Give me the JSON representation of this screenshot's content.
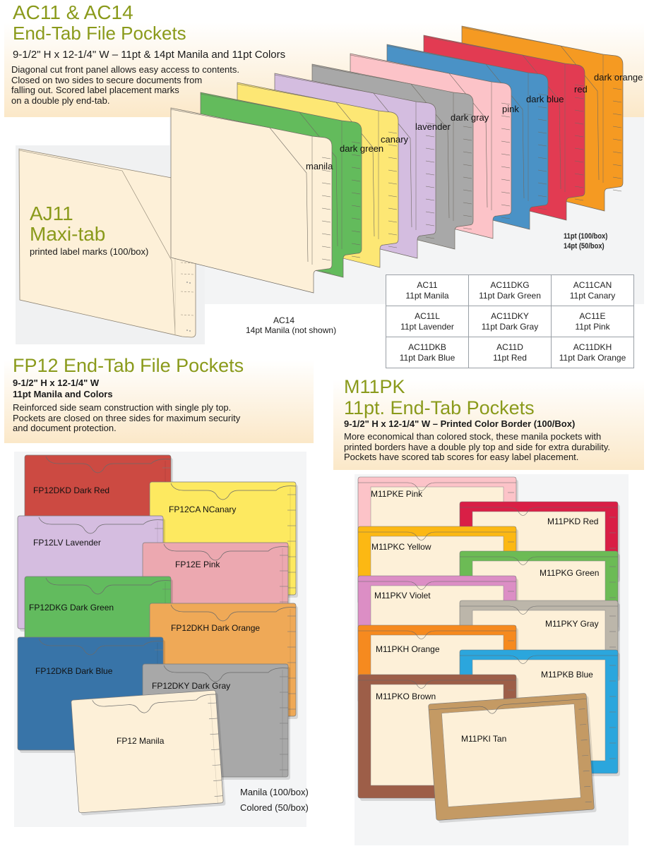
{
  "ac_section": {
    "title_line1": "AC11 & AC14",
    "title_line2": "End-Tab File Pockets",
    "subtitle": "9-1/2\" H x 12-1/4\" W – 11pt & 14pt Manila and 11pt Colors",
    "description": [
      "Diagonal cut front panel allows easy access to contents.",
      "Closed on two sides to secure documents from",
      "falling out. Scored label placement marks",
      "on a double ply end-tab."
    ],
    "folders": [
      {
        "label": "manila",
        "color": "#fdf0d8"
      },
      {
        "label": "dark green",
        "color": "#63bb5c"
      },
      {
        "label": "canary",
        "color": "#fde774"
      },
      {
        "label": "lavender",
        "color": "#d4bde0"
      },
      {
        "label": "dark gray",
        "color": "#a8a8a8"
      },
      {
        "label": "pink",
        "color": "#fcc3c8"
      },
      {
        "label": "dark blue",
        "color": "#4a92c6"
      },
      {
        "label": "red",
        "color": "#e23b52"
      },
      {
        "label": "dark orange",
        "color": "#f59a22"
      }
    ],
    "packaging": [
      "11pt (100/box)",
      "14pt (50/box)"
    ],
    "codes_table": [
      [
        {
          "code": "AC11",
          "desc": "11pt Manila"
        },
        {
          "code": "AC11DKG",
          "desc": "11pt Dark Green"
        },
        {
          "code": "AC11CAN",
          "desc": "11pt Canary"
        }
      ],
      [
        {
          "code": "AC11L",
          "desc": "11pt Lavender"
        },
        {
          "code": "AC11DKY",
          "desc": "11pt Dark Gray"
        },
        {
          "code": "AC11E",
          "desc": "11pt Pink"
        }
      ],
      [
        {
          "code": "AC11DKB",
          "desc": "11pt Dark Blue"
        },
        {
          "code": "AC11D",
          "desc": "11pt Red"
        },
        {
          "code": "AC11DKH",
          "desc": "11pt Dark Orange"
        }
      ]
    ],
    "ac14_code": "AC14",
    "ac14_desc": "14pt Manila (not shown)"
  },
  "aj_section": {
    "title_line1": "AJ11",
    "title_line2": "Maxi-tab",
    "caption": "printed label marks (100/box)"
  },
  "fp_section": {
    "title": "FP12 End-Tab File Pockets",
    "spec_line1": "9-1/2\" H x 12-1/4\" W",
    "spec_line2": "11pt Manila and Colors",
    "description": [
      "Reinforced side seam construction with single ply top.",
      "Pockets are closed on three sides for maximum security",
      "and document protection."
    ],
    "pockets": [
      {
        "label": "FP12DKD Dark Red",
        "color": "#cc4a42"
      },
      {
        "label": "FP12CA NCanary",
        "color": "#fde960"
      },
      {
        "label": "FP12LV Lavender",
        "color": "#d5bde0"
      },
      {
        "label": "FP12E Pink",
        "color": "#eca8b0"
      },
      {
        "label": "FP12DKG  Dark Green",
        "color": "#62bb5e"
      },
      {
        "label": "FP12DKH Dark Orange",
        "color": "#efa957"
      },
      {
        "label": "FP12DKB   Dark Blue",
        "color": "#3874a8"
      },
      {
        "label": "FP12DKY Dark Gray",
        "color": "#a8a8a8"
      },
      {
        "label": "FP12 Manila",
        "color": "#fdf0d8"
      }
    ],
    "packaging": [
      "Manila (100/box)",
      "Colored (50/box)"
    ]
  },
  "m_section": {
    "title_line1": "M11PK",
    "title_line2": "11pt. End-Tab Pockets",
    "spec": "9-1/2\" H x 12-1/4\" W – Printed Color Border (100/Box)",
    "description": [
      "More economical than colored stock, these manila pockets with",
      "printed borders have a double ply top and side for extra durability.",
      "Pockets have scored tab scores for easy label placement."
    ],
    "pockets": [
      {
        "label": "M11PKE Pink",
        "color": "#fcc3c8"
      },
      {
        "label": "M11PKD Red",
        "color": "#d91f46"
      },
      {
        "label": "M11PKC Yellow",
        "color": "#fcb813"
      },
      {
        "label": "M11PKG Green",
        "color": "#6cbb55"
      },
      {
        "label": "M11PKV Violet",
        "color": "#dc8ec5"
      },
      {
        "label": "M11PKY Gray",
        "color": "#bcb6aa"
      },
      {
        "label": "M11PKH Orange",
        "color": "#f68a1f"
      },
      {
        "label": "M11PKB Blue",
        "color": "#2ba6dd"
      },
      {
        "label": "M11PKO Brown",
        "color": "#9d5e48"
      },
      {
        "label": "M11PKI Tan",
        "color": "#c49a64"
      }
    ]
  }
}
